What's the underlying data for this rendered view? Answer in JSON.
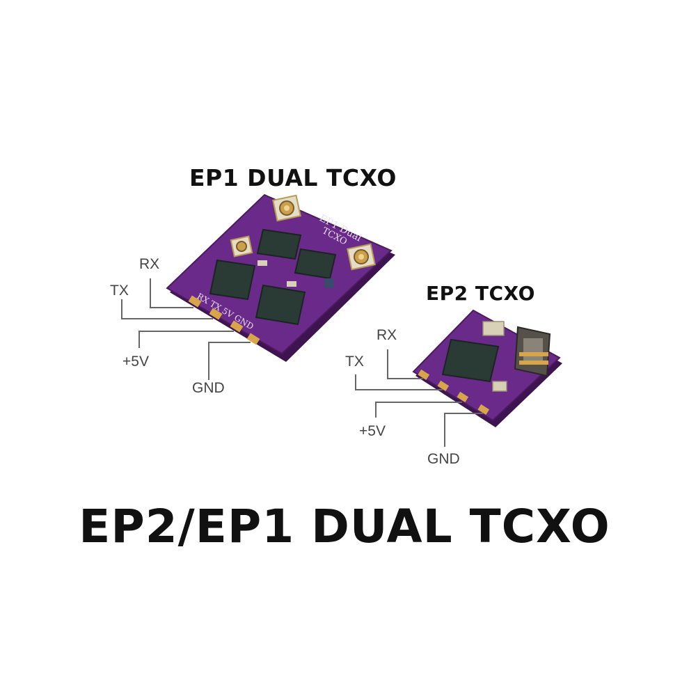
{
  "labels": {
    "ep1_title": "EP1 DUAL TCXO",
    "ep2_title": "EP2 TCXO",
    "main_title": "EP2/EP1 DUAL TCXO"
  },
  "ep1": {
    "silk_name": "EP1 Dual",
    "silk_sub": "TCXO",
    "silk_pads": "RX TX 5V GND",
    "pins": {
      "rx": "RX",
      "tx": "TX",
      "v5": "+5V",
      "gnd": "GND"
    }
  },
  "ep2": {
    "pins": {
      "rx": "RX",
      "tx": "TX",
      "v5": "+5V",
      "gnd": "GND"
    }
  },
  "colors": {
    "pcb": "#6a2a8a",
    "pcb_edge": "#4a1a5e",
    "chip": "#2a3a34",
    "gold": "#d8a64a",
    "wire": "#555555"
  }
}
